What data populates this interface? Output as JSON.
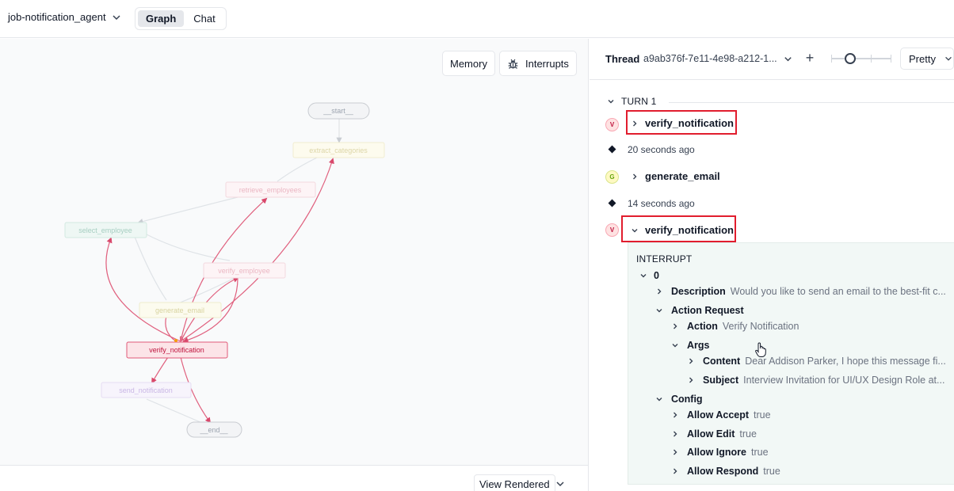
{
  "topbar": {
    "agent_name": "job-notification_agent",
    "tabs": [
      {
        "label": "Graph",
        "active": true
      },
      {
        "label": "Chat",
        "active": false
      }
    ]
  },
  "graph": {
    "memory_label": "Memory",
    "interrupts_label": "Interrupts",
    "view_rendered_label": "View Rendered",
    "nodes": {
      "start": "__start__",
      "extract": "extract_categories",
      "retrieve": "retrieve_employees",
      "select": "select_employee",
      "verify_emp": "verify_employee",
      "generate": "generate_email",
      "verify_notif": "verify_notification",
      "send": "send_notification",
      "end": "__end__"
    }
  },
  "thread": {
    "label": "Thread",
    "id": "a9ab376f-7e11-4e98-a212-1...",
    "add_label": "+",
    "view_mode": "Pretty",
    "turn_label": "TURN 1",
    "events": [
      {
        "badge": "V",
        "name": "verify_notification"
      },
      {
        "time": "20 seconds ago"
      },
      {
        "badge": "G",
        "name": "generate_email"
      },
      {
        "time": "14 seconds ago"
      },
      {
        "badge": "V",
        "name": "verify_notification"
      }
    ],
    "interrupt": {
      "title": "INTERRUPT",
      "index": "0",
      "description_key": "Description",
      "description_val": "Would you like to send an email to the best-fit c...",
      "action_request_key": "Action Request",
      "action_key": "Action",
      "action_val": "Verify Notification",
      "args_key": "Args",
      "content_key": "Content",
      "content_val": "Dear Addison Parker, I hope this message fi...",
      "subject_key": "Subject",
      "subject_val": "Interview Invitation for UI/UX Design Role at...",
      "config_key": "Config",
      "allow_accept_key": "Allow Accept",
      "allow_accept_val": "true",
      "allow_edit_key": "Allow Edit",
      "allow_edit_val": "true",
      "allow_ignore_key": "Allow Ignore",
      "allow_ignore_val": "true",
      "allow_respond_key": "Allow Respond",
      "allow_respond_val": "true"
    }
  },
  "colors": {
    "highlight": "#e11d2e",
    "active_node_fill": "#fce4e8",
    "active_node_stroke": "#e05a78",
    "edge_active": "#e0607e"
  }
}
